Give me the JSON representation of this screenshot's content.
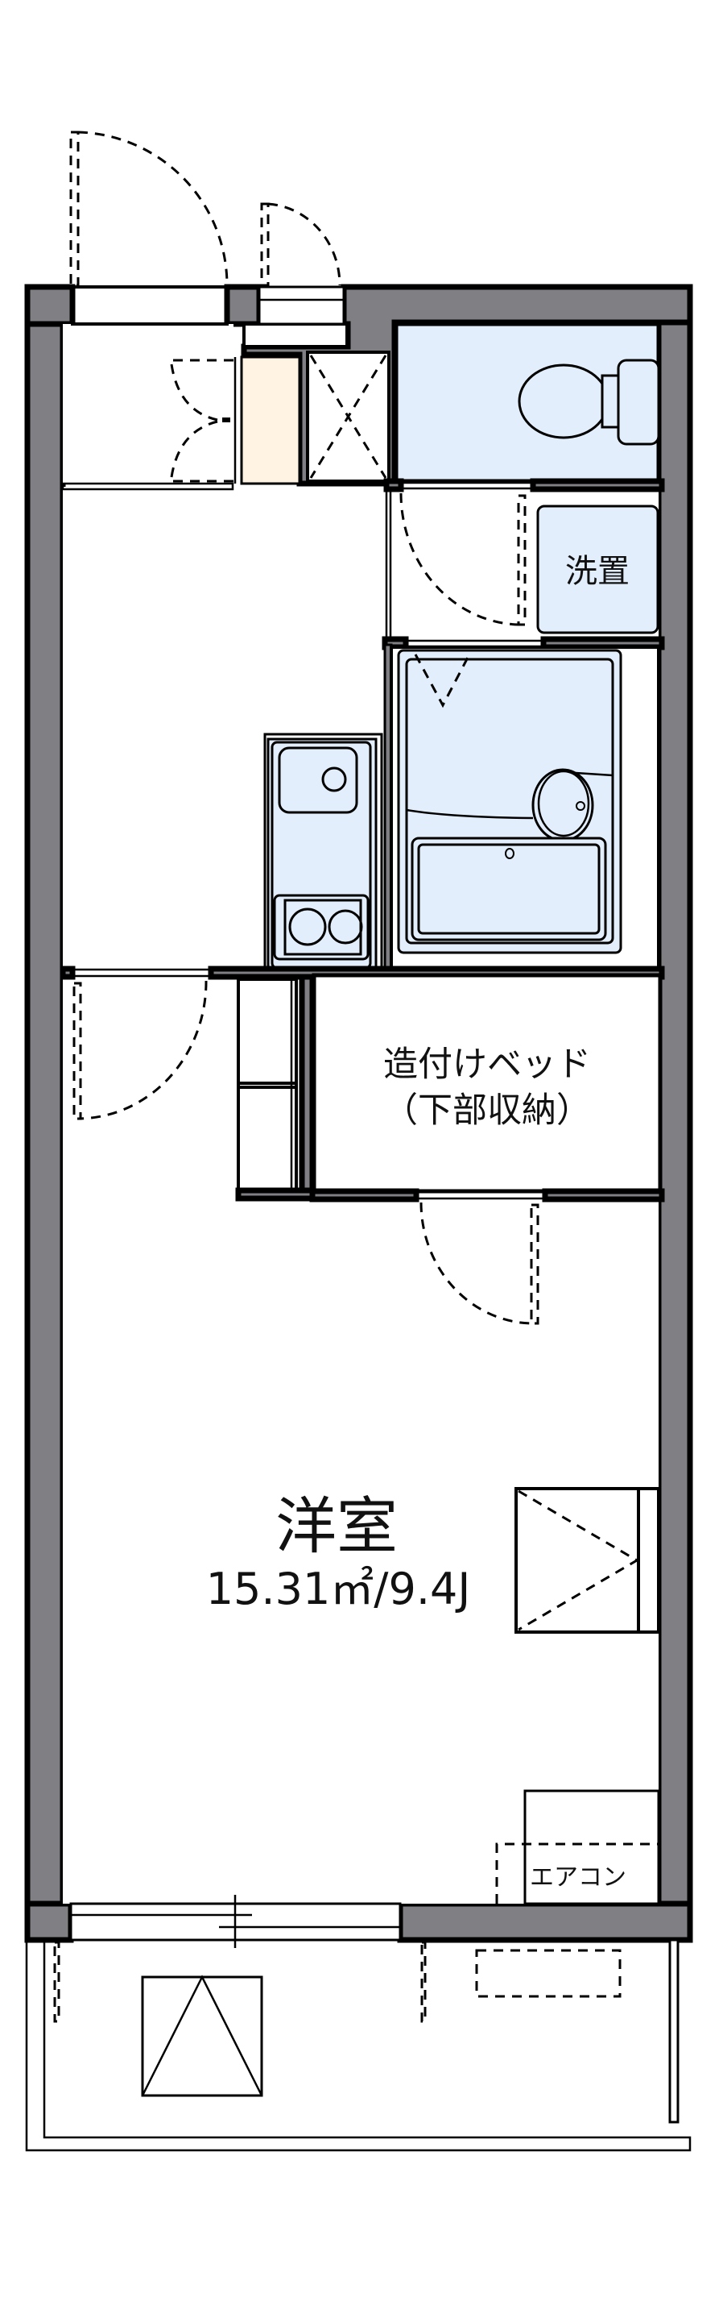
{
  "floorplan": {
    "rooms": {
      "western_room": {
        "name": "洋室",
        "area": "15.31㎡/9.4J"
      },
      "built_in_bed": {
        "line1": "造付けベッド",
        "line2": "（下部収納）"
      },
      "laundry": {
        "name": "洗置"
      },
      "air_conditioner": {
        "name": "エアコン"
      }
    },
    "colors": {
      "wall": "#808084",
      "wet_area": "#e3eefc",
      "shoe_box": "#fff4e3",
      "line": "#000000"
    },
    "fixtures": [
      "entrance-door",
      "storage-door",
      "shoe-cabinet",
      "meter-box",
      "toilet",
      "washing-machine-space",
      "unit-bath",
      "kitchen-sink",
      "stove",
      "closet-shelves",
      "built-in-bed",
      "closet",
      "air-conditioner",
      "sliding-window",
      "balcony",
      "outdoor-unit",
      "evacuation-hatch"
    ]
  }
}
